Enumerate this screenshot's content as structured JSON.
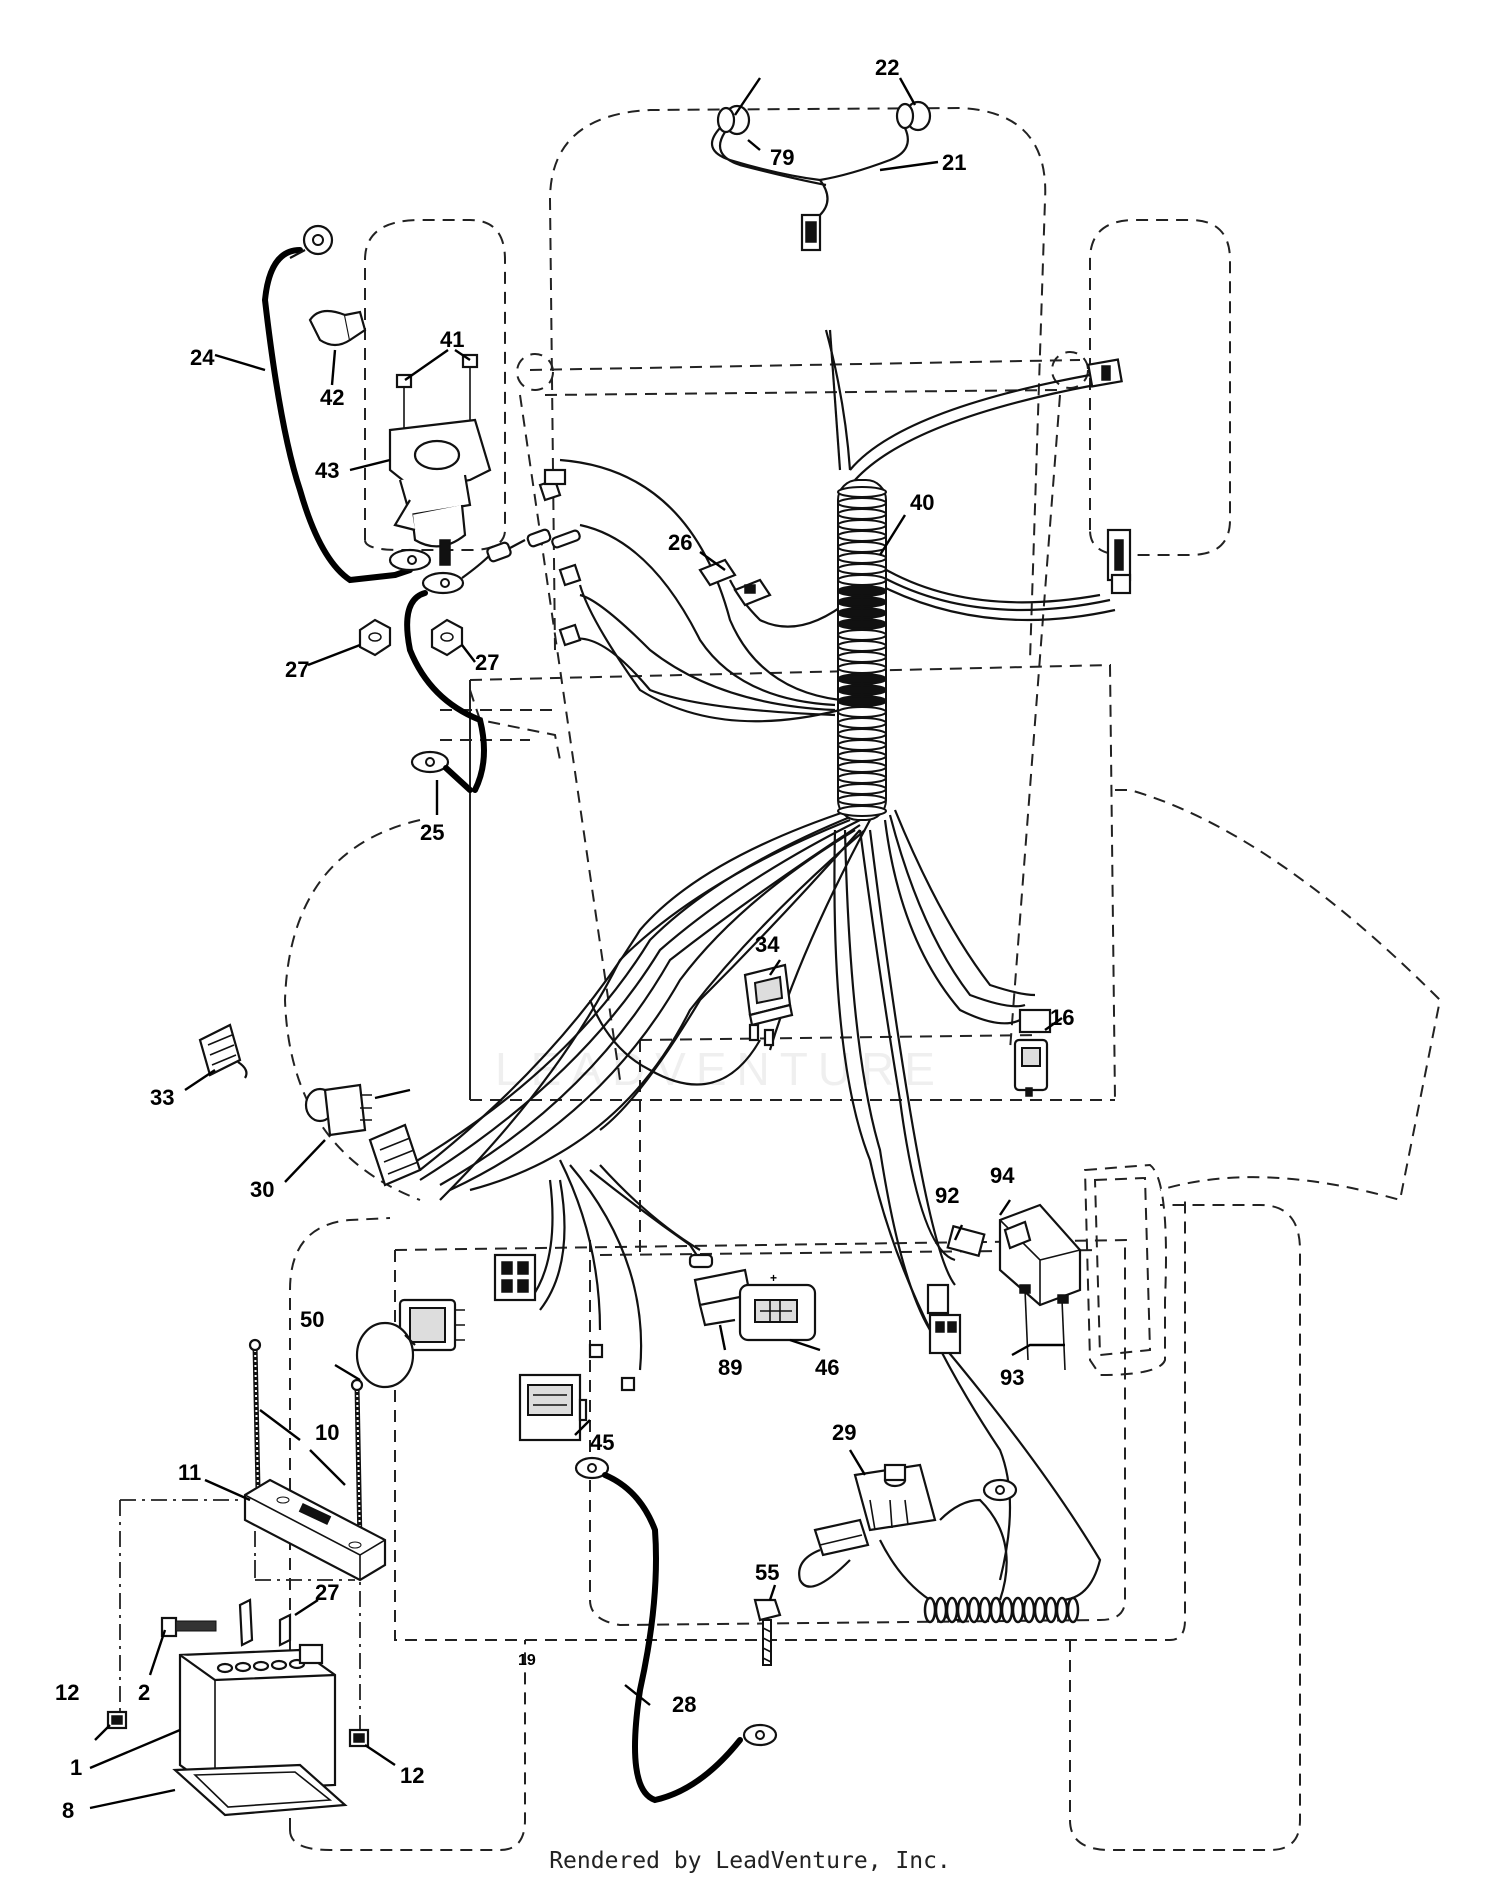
{
  "watermark": "LEADVENTURE",
  "footer": "Rendered by LeadVenture, Inc.",
  "callouts": [
    {
      "id": "1",
      "label": "1"
    },
    {
      "id": "2",
      "label": "2"
    },
    {
      "id": "8",
      "label": "8"
    },
    {
      "id": "10",
      "label": "10"
    },
    {
      "id": "11",
      "label": "11"
    },
    {
      "id": "12a",
      "label": "12"
    },
    {
      "id": "12b",
      "label": "12"
    },
    {
      "id": "16",
      "label": "16"
    },
    {
      "id": "19",
      "label": "19"
    },
    {
      "id": "21",
      "label": "21"
    },
    {
      "id": "22",
      "label": "22"
    },
    {
      "id": "24",
      "label": "24"
    },
    {
      "id": "25",
      "label": "25"
    },
    {
      "id": "26",
      "label": "26"
    },
    {
      "id": "27a",
      "label": "27"
    },
    {
      "id": "27b",
      "label": "27"
    },
    {
      "id": "27c",
      "label": "27"
    },
    {
      "id": "28",
      "label": "28"
    },
    {
      "id": "29",
      "label": "29"
    },
    {
      "id": "30",
      "label": "30"
    },
    {
      "id": "33",
      "label": "33"
    },
    {
      "id": "34",
      "label": "34"
    },
    {
      "id": "40",
      "label": "40"
    },
    {
      "id": "41",
      "label": "41"
    },
    {
      "id": "42",
      "label": "42"
    },
    {
      "id": "43",
      "label": "43"
    },
    {
      "id": "45",
      "label": "45"
    },
    {
      "id": "46",
      "label": "46"
    },
    {
      "id": "50",
      "label": "50"
    },
    {
      "id": "55",
      "label": "55"
    },
    {
      "id": "79",
      "label": "79"
    },
    {
      "id": "89",
      "label": "89"
    },
    {
      "id": "92",
      "label": "92"
    },
    {
      "id": "93",
      "label": "93"
    },
    {
      "id": "94",
      "label": "94"
    }
  ]
}
